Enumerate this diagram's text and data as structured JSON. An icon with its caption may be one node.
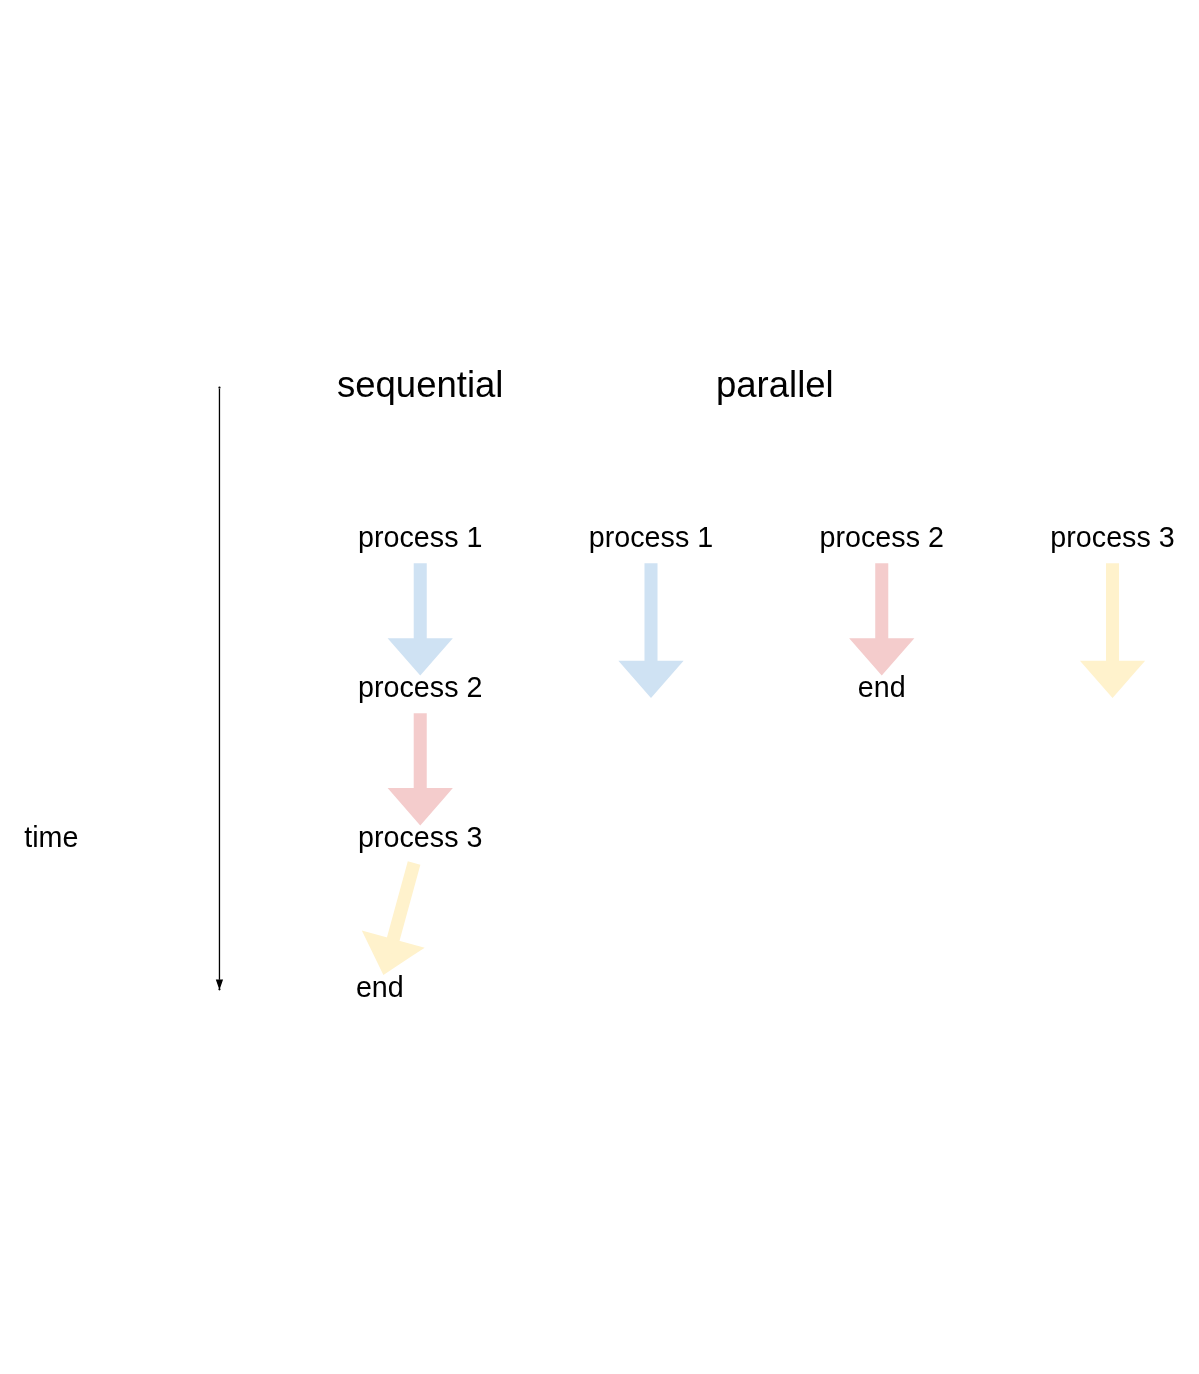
{
  "diagram": {
    "nodes": [
      {
        "text": [
          "process 1"
        ]
      },
      {
        "text": [
          "process 2"
        ]
      },
      {
        "text": [
          "process 3"
        ]
      },
      {
        "text": [
          "end"
        ]
      },
      {
        "text": [
          "process 1"
        ]
      },
      {
        "text": [
          "process 2"
        ]
      },
      {
        "text": [
          "process 3"
        ]
      },
      {
        "text": [
          "end"
        ]
      }
    ],
    "edges": [
      {
        "from": 0,
        "to": 1,
        "arrow": "to",
        "color": "#cfe2f3"
      },
      {
        "from": 1,
        "to": 2,
        "arrow": "to",
        "color": "#f4cccc"
      },
      {
        "from": 2,
        "to": 3,
        "arrow": "to",
        "color": "#fff2cc"
      },
      {
        "from": 4,
        "to": null,
        "arrow": "to",
        "color": "#cfe2f3"
      },
      {
        "from": 5,
        "to": 7,
        "arrow": "to",
        "color": "#f4cccc"
      },
      {
        "from": 6,
        "to": null,
        "arrow": "to",
        "color": "#fff2cc"
      }
    ],
    "labels": [
      "sequential",
      "parallel",
      "time"
    ]
  }
}
